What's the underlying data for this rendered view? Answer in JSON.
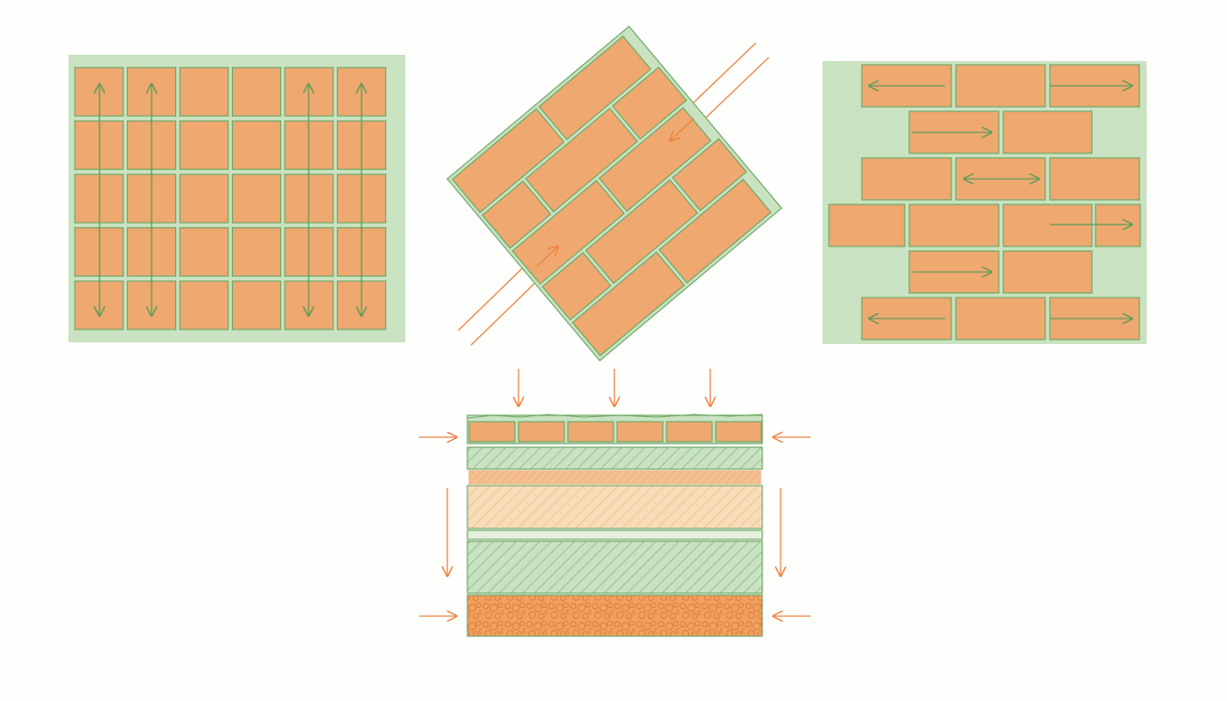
{
  "colors": {
    "background": "#fefefd",
    "panel": "#c9e2c1",
    "tile": "#eea870",
    "tile_border": "#6fa967",
    "green_arrow": "#5e9d57",
    "orange_arrow": "#ee8340",
    "layer_mortar": "#f4bf92",
    "layer_bedding": "#f8dcb8",
    "layer_membrane": "#c9e2c1",
    "layer_gravel": "#f0a060"
  },
  "diagrams": [
    {
      "id": "square-grid",
      "pattern": "grid",
      "rows": 5,
      "columns": 6,
      "arrow_color": "green",
      "arrows": [
        "vertical-both",
        "vertical-both",
        "vertical-both",
        "vertical-both"
      ]
    },
    {
      "id": "diagonal-herringbone",
      "pattern": "diagonal-running-bond",
      "rotation_deg": -40,
      "arrow_color": "orange",
      "arrows": [
        "diagonal-in",
        "diagonal-in"
      ]
    },
    {
      "id": "running-bond",
      "pattern": "running-bond",
      "rows": 6,
      "arrow_color": "green",
      "arrows": [
        "horizontal"
      ]
    },
    {
      "id": "layer-section",
      "pattern": "cross-section",
      "arrow_color": "orange",
      "layers": [
        "pavers",
        "hatched-base",
        "mortar",
        "bedding-sand",
        "gap",
        "compacted-base",
        "gravel"
      ]
    }
  ]
}
